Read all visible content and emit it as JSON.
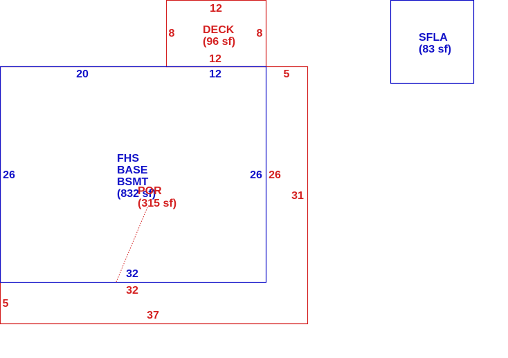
{
  "colors": {
    "blue": "#1010c8",
    "red": "#d42020"
  },
  "deck": {
    "name": "DECK",
    "area": "(96 sf)",
    "dim_top": "12",
    "dim_left": "8",
    "dim_right": "8",
    "dim_bottom": "12"
  },
  "sfla": {
    "name": "SFLA",
    "area": "(83 sf)"
  },
  "basement": {
    "line1": "FHS",
    "line2": "BASE",
    "line3": "BSMT",
    "area": "(832 sf)",
    "dim_top_left": "20",
    "dim_top_right": "12",
    "dim_left": "26",
    "dim_right": "26",
    "dim_bottom": "32"
  },
  "porch": {
    "name": "POR",
    "area": "(315 sf)",
    "dim_top": "5",
    "dim_inner_left": "26",
    "dim_right": "31",
    "dim_inner_bottom": "32",
    "dim_left": "5",
    "dim_bottom": "37"
  }
}
